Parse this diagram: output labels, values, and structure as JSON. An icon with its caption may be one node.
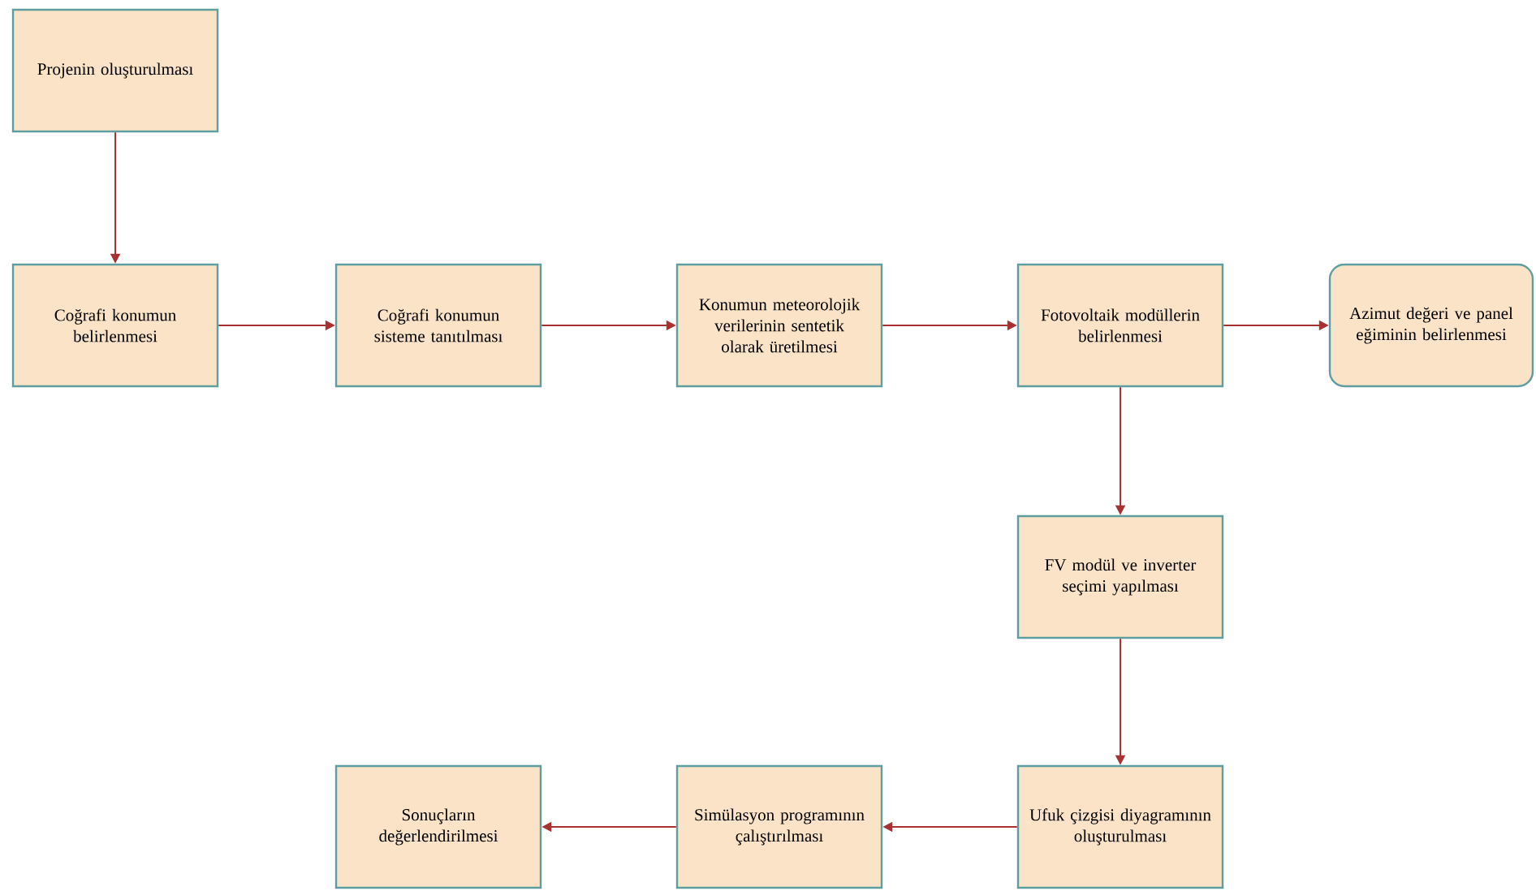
{
  "diagram": {
    "nodes": [
      {
        "text": [
          "Projenin oluşturulması"
        ]
      },
      {
        "text": [
          "Coğrafi konumun belirlenmesi"
        ]
      },
      {
        "text": [
          "Coğrafi konumun sisteme tanıtılması"
        ]
      },
      {
        "text": [
          "Konumun meteorolojik verilerinin sentetik olarak üretilmesi"
        ]
      },
      {
        "text": [
          "Fotovoltaik modüllerin belirlenmesi"
        ]
      },
      {
        "text": [
          "Azimut değeri ve panel eğiminin belirlenmesi"
        ]
      },
      {
        "text": [
          "FV modül ve inverter seçimi yapılması"
        ]
      },
      {
        "text": [
          "Ufuk çizgisi diyagramının oluşturulması"
        ]
      },
      {
        "text": [
          "Simülasyon programının çalıştırılması"
        ]
      },
      {
        "text": [
          "Sonuçların değerlendirilmesi"
        ]
      }
    ],
    "edges": [
      {
        "from": 0,
        "to": 1,
        "arrow": "to"
      },
      {
        "from": 1,
        "to": 2,
        "arrow": "to"
      },
      {
        "from": 2,
        "to": 3,
        "arrow": "to"
      },
      {
        "from": 3,
        "to": 4,
        "arrow": "to"
      },
      {
        "from": 4,
        "to": 5,
        "arrow": "to"
      },
      {
        "from": 4,
        "to": 6,
        "arrow": "to"
      },
      {
        "from": 6,
        "to": 7,
        "arrow": "to"
      },
      {
        "from": 7,
        "to": 8,
        "arrow": "to"
      },
      {
        "from": 8,
        "to": 9,
        "arrow": "to"
      }
    ]
  }
}
